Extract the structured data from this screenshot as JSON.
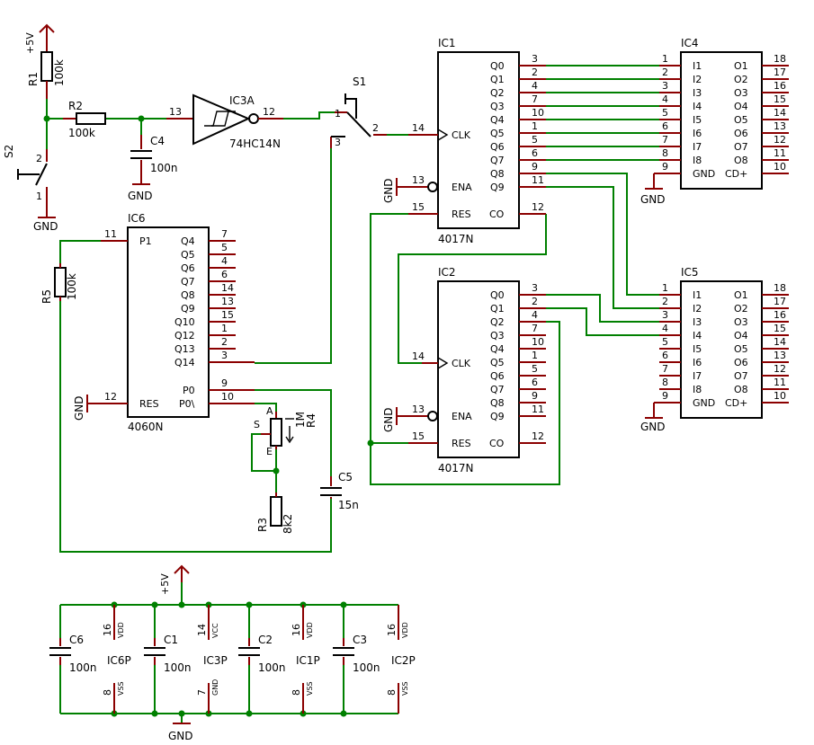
{
  "components": {
    "r1": {
      "ref": "R1",
      "value": "100k"
    },
    "r2": {
      "ref": "R2",
      "value": "100k"
    },
    "r3": {
      "ref": "R3",
      "value": "8k2"
    },
    "r4": {
      "ref": "R4",
      "value": "1M"
    },
    "r5": {
      "ref": "R5",
      "value": "100k"
    },
    "c1": {
      "ref": "C1",
      "value": "100n"
    },
    "c2": {
      "ref": "C2",
      "value": "100n"
    },
    "c3": {
      "ref": "C3",
      "value": "100n"
    },
    "c4": {
      "ref": "C4",
      "value": "100n"
    },
    "c5": {
      "ref": "C5",
      "value": "15n"
    },
    "c6": {
      "ref": "C6",
      "value": "100n"
    },
    "s1": {
      "ref": "S1"
    },
    "s2": {
      "ref": "S2"
    },
    "ic3a": {
      "ref": "IC3A",
      "value": "74HC14N"
    },
    "ic1": {
      "ref": "IC1",
      "value": "4017N"
    },
    "ic2": {
      "ref": "IC2",
      "value": "4017N"
    },
    "ic4": {
      "ref": "IC4"
    },
    "ic5": {
      "ref": "IC5"
    },
    "ic6": {
      "ref": "IC6",
      "value": "4060N"
    }
  },
  "net_labels": {
    "vcc": "+5V",
    "gnd": "GND"
  },
  "power_ics": [
    {
      "ref": "IC6P",
      "vdd_pin": "16",
      "vdd": "VDD",
      "vss_pin": "8",
      "vss": "VSS"
    },
    {
      "ref": "IC3P",
      "vdd_pin": "14",
      "vdd": "VCC",
      "vss_pin": "7",
      "vss": "GND"
    },
    {
      "ref": "IC1P",
      "vdd_pin": "16",
      "vdd": "VDD",
      "vss_pin": "8",
      "vss": "VSS"
    },
    {
      "ref": "IC2P",
      "vdd_pin": "16",
      "vdd": "VDD",
      "vss_pin": "8",
      "vss": "VSS"
    }
  ],
  "ic4017": {
    "outputs": [
      "Q0",
      "Q1",
      "Q2",
      "Q3",
      "Q4",
      "Q5",
      "Q6",
      "Q7",
      "Q8",
      "Q9"
    ],
    "output_pins": [
      "3",
      "2",
      "4",
      "7",
      "10",
      "1",
      "5",
      "6",
      "9",
      "11"
    ],
    "clk": "CLK",
    "clk_pin": "14",
    "ena": "ENA",
    "ena_pin": "13",
    "res": "RES",
    "res_pin": "15",
    "co": "CO",
    "co_pin": "12"
  },
  "driver": {
    "inputs": [
      "I1",
      "I2",
      "I3",
      "I4",
      "I5",
      "I6",
      "I7",
      "I8",
      "GND"
    ],
    "input_pins": [
      "1",
      "2",
      "3",
      "4",
      "5",
      "6",
      "7",
      "8",
      "9"
    ],
    "outputs": [
      "O1",
      "O2",
      "O3",
      "O4",
      "O5",
      "O6",
      "O7",
      "O8",
      "CD+"
    ],
    "output_pins": [
      "18",
      "17",
      "16",
      "15",
      "14",
      "13",
      "12",
      "11",
      "10"
    ]
  },
  "ic4060": {
    "outputs": [
      "Q4",
      "Q5",
      "Q6",
      "Q7",
      "Q8",
      "Q9",
      "Q10",
      "Q12",
      "Q13",
      "Q14"
    ],
    "output_pins": [
      "7",
      "5",
      "4",
      "6",
      "14",
      "13",
      "15",
      "1",
      "2",
      "3"
    ],
    "p1": "P1",
    "p1_pin": "11",
    "res": "RES",
    "res_pin": "12",
    "p0": "P0",
    "p0_pin": "9",
    "p0n": "P0\\",
    "p0n_pin": "10"
  },
  "pins": {
    "ic3a_in": "13",
    "ic3a_out": "12",
    "s1_1": "1",
    "s1_2": "2",
    "s1_3": "3",
    "s2_1": "1",
    "s2_2": "2",
    "r4_a": "A",
    "r4_e": "E",
    "r4_s": "S"
  }
}
